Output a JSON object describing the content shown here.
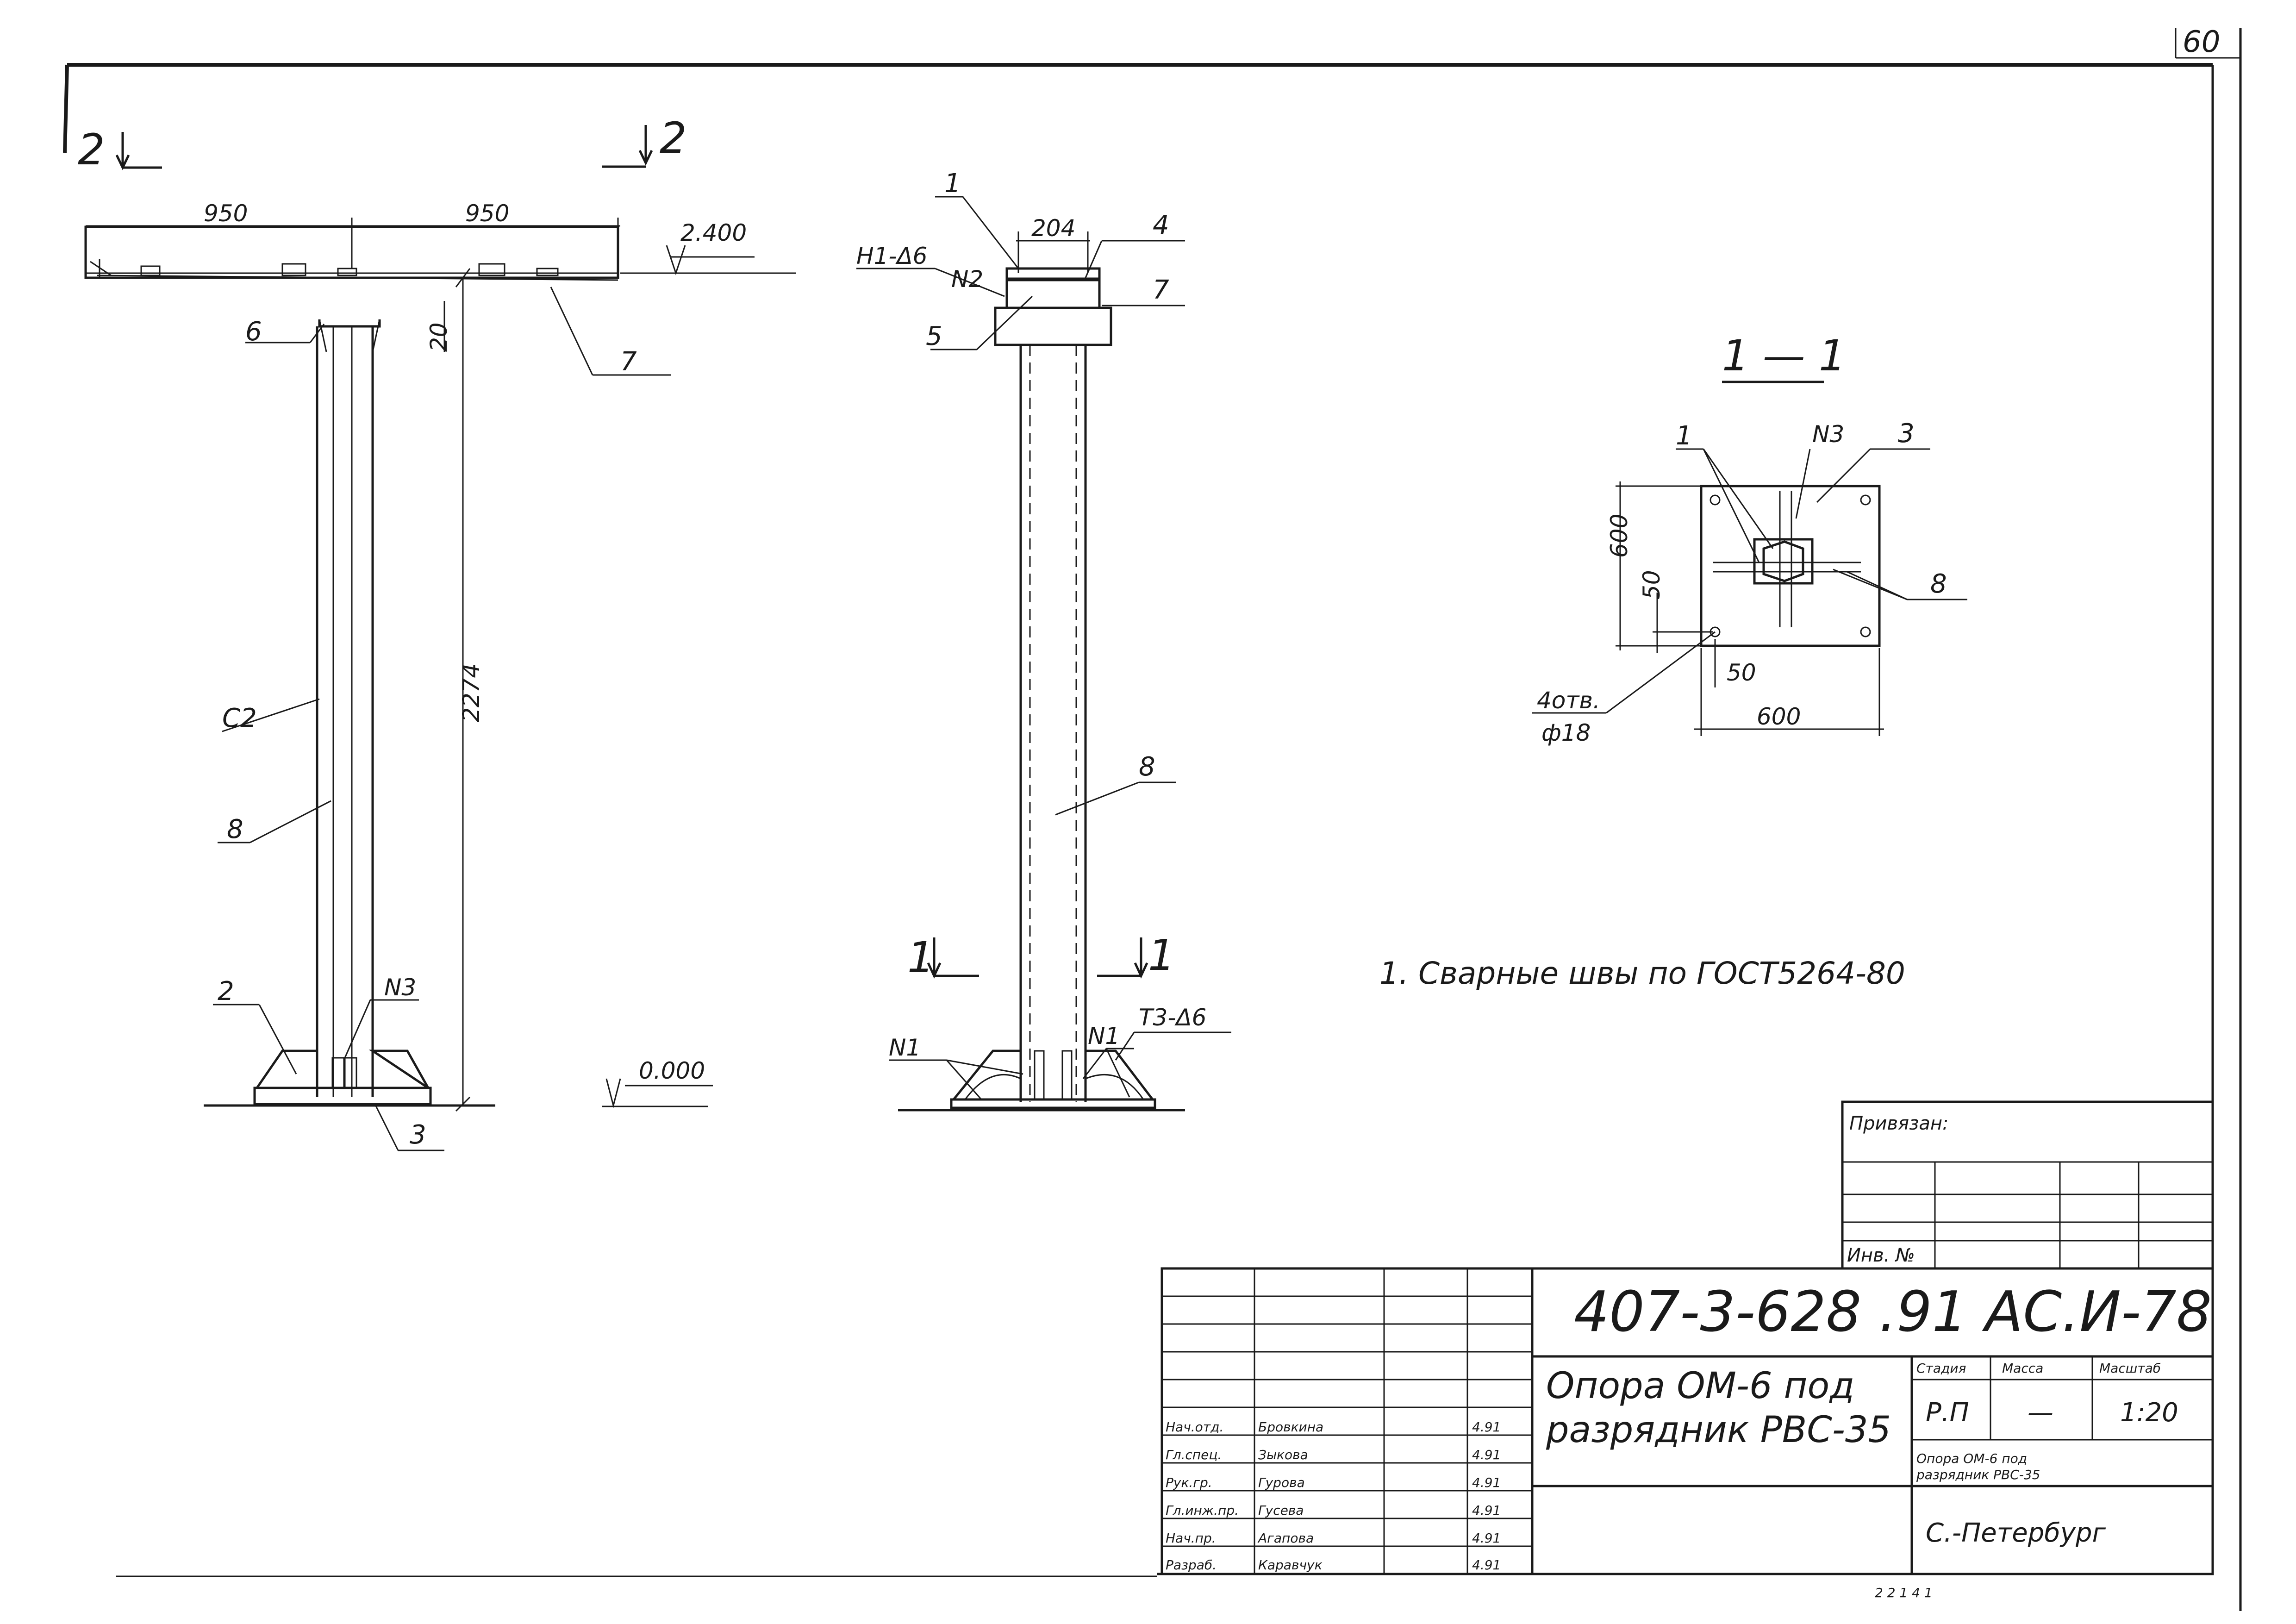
{
  "sheet_number": "60",
  "section_marks": {
    "left_arrow": "2",
    "right_arrow": "2",
    "cut_left": "1",
    "cut_right": "1"
  },
  "side_view": {
    "dim_left": "950",
    "dim_right": "950",
    "elevation_top": "2.400",
    "elevation_bottom": "0.000",
    "dim_gap": "20",
    "dim_height": "2274",
    "callouts": {
      "c6": "6",
      "c7": "7",
      "c2": "C2",
      "c8": "8",
      "c2b": "2",
      "n3": "N3",
      "c3": "3"
    }
  },
  "front_view": {
    "dim_top": "204",
    "callouts": {
      "c1": "1",
      "h1": "H1-Δ6",
      "n2": "N2",
      "c4": "4",
      "c7": "7",
      "c5": "5",
      "c8": "8",
      "n1a": "N1",
      "n1b": "N1",
      "t3": "T3-Δ6"
    }
  },
  "section_view": {
    "title": "1 — 1",
    "callouts": {
      "c1": "1",
      "n3": "N3",
      "c3": "3",
      "c8": "8"
    },
    "dim_height": "600",
    "dim_offset_v": "50",
    "dim_offset_h": "50",
    "dim_width": "600",
    "holes_line1": "4отв.",
    "holes_line2": "ф18"
  },
  "note": "1. Сварные швы по ГОСТ5264-80",
  "approval_box": {
    "title": "Привязан:",
    "inv_label": "Инв. №"
  },
  "title_block": {
    "code": "407-3-628 .91  АС.И-78",
    "name_line1": "Опора ОМ-6 под",
    "name_line2": "разрядник РВС-35",
    "col_stage": "Стадия",
    "col_mass": "Масса",
    "col_scale": "Масштаб",
    "stage": "Р.П",
    "mass": "—",
    "scale": "1:20",
    "org_line1": "Опора ОМ-6 под",
    "org_line2": "разрядник РВС-35",
    "city": "С.-Петербург",
    "staff": [
      {
        "role": "Нач.отд.",
        "name": "Бровкина"
      },
      {
        "role": "Гл.спец.",
        "name": "Зыкова"
      },
      {
        "role": "Рук.гр.",
        "name": "Гурова"
      },
      {
        "role": "Гл.инж.пр.",
        "name": "Гусева"
      },
      {
        "role": "Нач.пр.",
        "name": "Агапова"
      },
      {
        "role": "Разраб.",
        "name": "Каравчук"
      }
    ],
    "dates": [
      "4.91",
      "4.91",
      "4.91",
      "4.91",
      "4.91",
      "4.91"
    ]
  },
  "footer_mark": "2 2 1 4 1"
}
